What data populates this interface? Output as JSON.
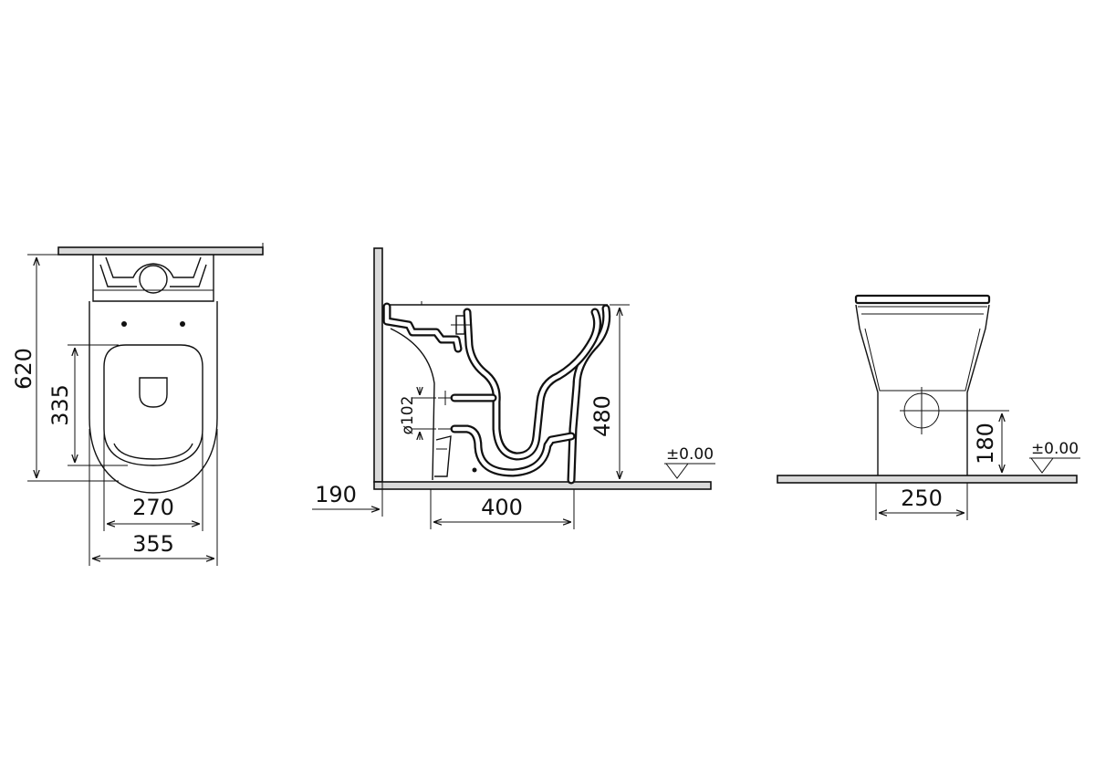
{
  "colors": {
    "line": "#111111",
    "wall_fill": "#d9d9d9",
    "background": "#ffffff"
  },
  "top_view": {
    "depth": "620",
    "seat_depth": "335",
    "seat_width": "270",
    "total_width": "355"
  },
  "side_view": {
    "wall_distance": "190",
    "outlet_diameter": "ø102",
    "height": "480",
    "projection": "400",
    "floor_level": "±0.00"
  },
  "front_view": {
    "outlet_height": "180",
    "base_width": "250",
    "floor_level": "±0.00"
  }
}
